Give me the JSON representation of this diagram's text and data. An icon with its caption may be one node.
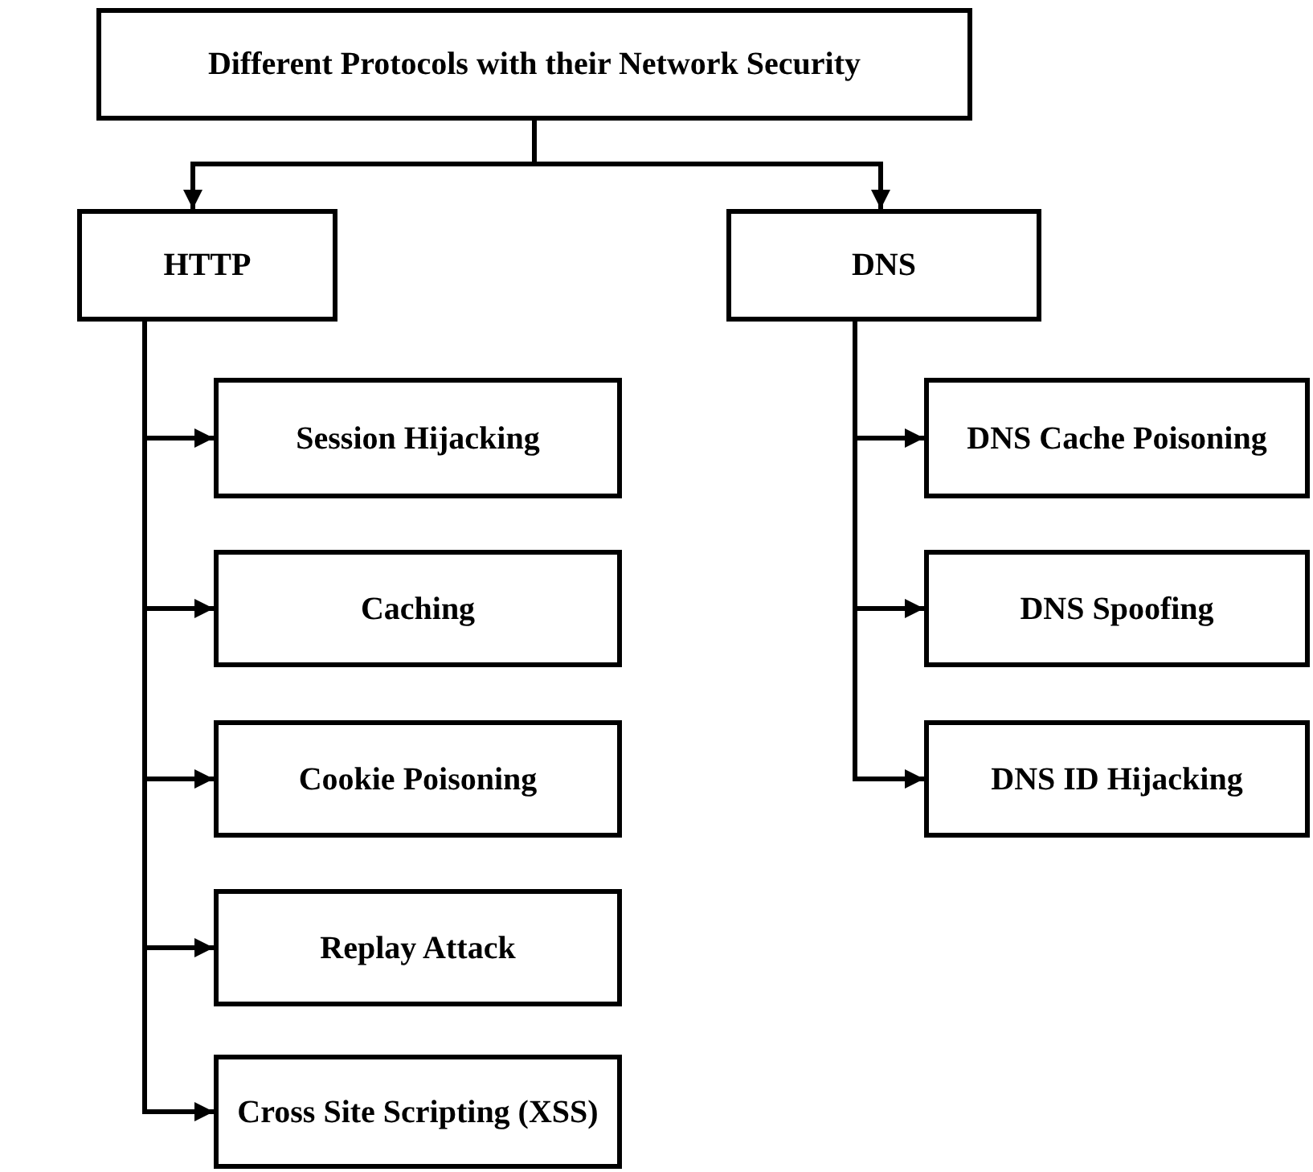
{
  "diagram": {
    "nodes": [
      {
        "text": [
          "Different Protocols with their Network Security"
        ]
      },
      {
        "text": [
          "HTTP"
        ]
      },
      {
        "text": [
          "DNS"
        ]
      },
      {
        "text": [
          "Session Hijacking"
        ]
      },
      {
        "text": [
          "Caching"
        ]
      },
      {
        "text": [
          "Cookie Poisoning"
        ]
      },
      {
        "text": [
          "Replay Attack"
        ]
      },
      {
        "text": [
          "Cross Site Scripting (XSS)"
        ]
      },
      {
        "text": [
          "DNS Cache Poisoning"
        ]
      },
      {
        "text": [
          "DNS Spoofing"
        ]
      },
      {
        "text": [
          "DNS ID Hijacking"
        ]
      }
    ],
    "edges": [
      {
        "from": 0,
        "to": 1,
        "arrow": "to"
      },
      {
        "from": 0,
        "to": 2,
        "arrow": "to"
      },
      {
        "from": 1,
        "to": 3,
        "arrow": "to"
      },
      {
        "from": 1,
        "to": 4,
        "arrow": "to"
      },
      {
        "from": 1,
        "to": 5,
        "arrow": "to"
      },
      {
        "from": 1,
        "to": 6,
        "arrow": "to"
      },
      {
        "from": 1,
        "to": 7,
        "arrow": "to"
      },
      {
        "from": 2,
        "to": 8,
        "arrow": "to"
      },
      {
        "from": 2,
        "to": 9,
        "arrow": "to"
      },
      {
        "from": 2,
        "to": 10,
        "arrow": "to"
      }
    ]
  }
}
